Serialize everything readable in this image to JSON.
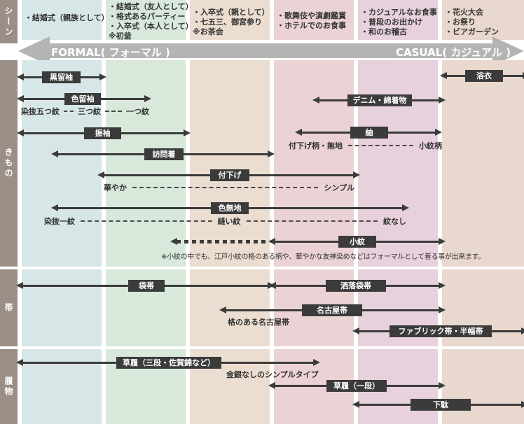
{
  "sidebar": {
    "scene": "シーン",
    "kimono": "きもの",
    "obi": "帯",
    "footwear": "履物"
  },
  "formality_axis": {
    "formal_label": "FORMAL( フォーマル )",
    "casual_label": "CASUAL( カジュアル )"
  },
  "scenes": {
    "col1": {
      "lines": [
        "・結婚式（親族として）"
      ]
    },
    "col2": {
      "lines": [
        "・結婚式（友人として）",
        "・格式あるパーティー",
        "・入卒式（本人として）",
        "※初釜"
      ]
    },
    "col3": {
      "lines": [
        "・入卒式（親として）",
        "・七五三、御宮参り",
        "※お茶会"
      ]
    },
    "col4": {
      "lines": [
        "・歌舞伎や演劇鑑賞",
        "・ホテルでのお食事"
      ]
    },
    "col5": {
      "lines": [
        "・カジュアルなお食事",
        "・普段のお出かけ",
        "・和のお稽古"
      ]
    },
    "col6": {
      "lines": [
        "・花火大会",
        "・お祭り",
        "・ビアガーデン"
      ]
    }
  },
  "items": {
    "kimono": {
      "kurotomesode": {
        "label": "黒留袖",
        "from_column": 1,
        "to_column": 1
      },
      "yukata": {
        "label": "浴衣",
        "from_column": 6,
        "to_column": 6
      },
      "irotomesode": {
        "label": "色留袖",
        "from_column": 1,
        "to_column": 2
      },
      "denim": {
        "label": "デニム・綿着物",
        "from_column": 4,
        "to_column": 5
      },
      "furisode": {
        "label": "振袖",
        "from_column": 1,
        "to_column": 2
      },
      "tsumugi": {
        "label": "紬",
        "from_column": 4,
        "to_column": 5
      },
      "houmongi": {
        "label": "訪問着",
        "from_column": 1,
        "to_column": 3
      },
      "tsukesage": {
        "label": "付下げ",
        "from_column": 2,
        "to_column": 4
      },
      "iromuji": {
        "label": "色無地",
        "from_column": 1,
        "to_column": 5
      },
      "komon": {
        "label": "小紋",
        "from_column": 3,
        "to_column": 5,
        "dashed_extension_to_column": 2
      }
    },
    "obi": {
      "fukuro": {
        "label": "袋帯",
        "from_column": 1,
        "to_column": 3
      },
      "share_fukuro": {
        "label": "洒落袋帯",
        "from_column": 4,
        "to_column": 5
      },
      "nagoya": {
        "label": "名古屋帯",
        "from_column": 3,
        "to_column": 5
      },
      "fabric_hanhaba": {
        "label": "ファブリック帯・半幅帯",
        "from_column": 5,
        "to_column": 6
      }
    },
    "footwear": {
      "zori_sandan": {
        "label": "草履（三段・佐賀錦など）",
        "from_column": 1,
        "to_column": 4
      },
      "zori_ichidan": {
        "label": "草履（一段）",
        "from_column": 4,
        "to_column": 5
      },
      "geta": {
        "label": "下駄",
        "from_column": 5,
        "to_column": 6
      }
    }
  },
  "annotations": {
    "irotomesode_scale": {
      "left": "染抜五つ紋",
      "mid": "三つ紋",
      "right": "一つ紋"
    },
    "tsumugi_scale": {
      "left": "付下げ柄・無地",
      "right": "小紋柄"
    },
    "tsukesage_scale": {
      "left": "華やか",
      "right": "シンプル"
    },
    "iromuji_scale": {
      "left": "染抜一紋",
      "mid": "縫い紋",
      "right": "紋なし"
    },
    "nagoya_note": "格のある名古屋帯",
    "zori_note": "金銀なしのシンプルタイプ",
    "komon_note": "※小紋の中でも、江戸小紋の格のある柄や、華やかな友禅染めなどはフォーマルとして着る事が出来ます。"
  },
  "colors": {
    "sidebar": "#9b8e86",
    "axis_bar": "#b4b4b4",
    "arrow": "#3b3b3b",
    "column_1": "#d7e6e7",
    "column_2": "#d8e8db",
    "column_3": "#ebddd0",
    "column_4": "#ebd2d5",
    "column_5": "#e7d1dc",
    "column_6": "#e9d8cd"
  }
}
